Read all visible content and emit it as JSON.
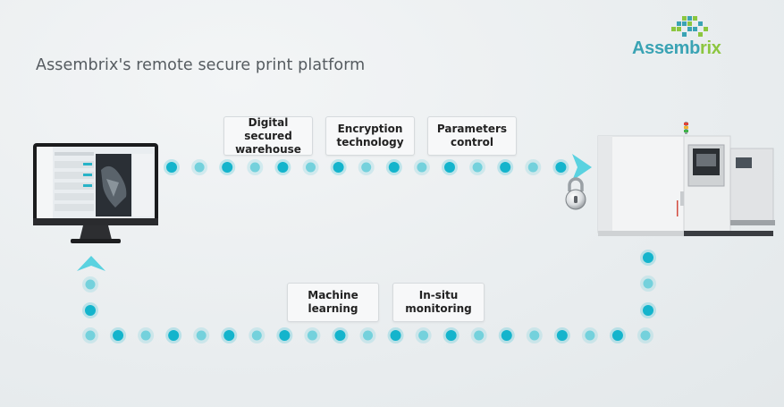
{
  "title": "Assembrix's remote secure print platform",
  "logo": {
    "text_main": "Assemb",
    "text_accent": "rix"
  },
  "badges_top": [
    "Digital secured\nwarehouse",
    "Encryption\ntechnology",
    "Parameters\ncontrol"
  ],
  "badges_bottom": [
    "Machine\nlearning",
    "In-situ\nmonitoring"
  ],
  "colors": {
    "dot_dark": "#14b4cc",
    "dot_light": "#74d1dc",
    "arrow": "#5ad2e0",
    "logo_blue": "#3aa3b4",
    "logo_green": "#8cc63f"
  },
  "icons": [
    "desktop-monitor-icon",
    "padlock-icon",
    "3d-printer-icon",
    "arrow-up-icon",
    "arrow-right-icon"
  ]
}
